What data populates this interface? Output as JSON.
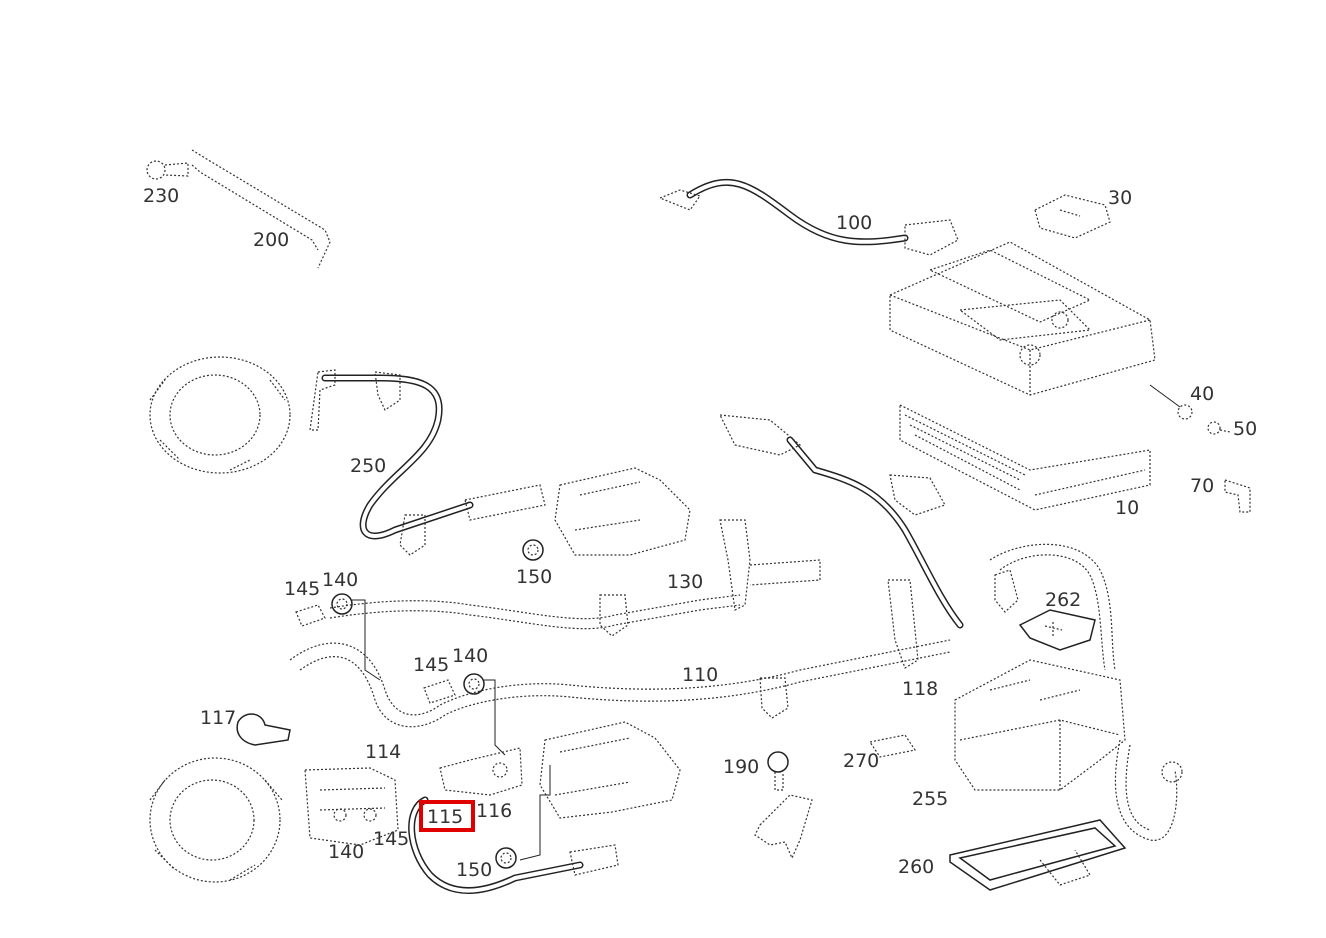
{
  "labels": {
    "p10": "10",
    "p30": "30",
    "p40": "40",
    "p50": "50",
    "p70": "70",
    "p100": "100",
    "p110": "110",
    "p114": "114",
    "p115": "115",
    "p116": "116",
    "p117": "117",
    "p118": "118",
    "p130": "130",
    "p140a": "140",
    "p140b": "140",
    "p140c": "140",
    "p145a": "145",
    "p145b": "145",
    "p145c": "145",
    "p150a": "150",
    "p150b": "150",
    "p190": "190",
    "p200": "200",
    "p230": "230",
    "p250": "250",
    "p255": "255",
    "p260": "260",
    "p262": "262",
    "p270": "270"
  },
  "highlighted_part": "115",
  "colors": {
    "highlight": "#e00000",
    "line": "#222222",
    "background": "#ffffff"
  }
}
